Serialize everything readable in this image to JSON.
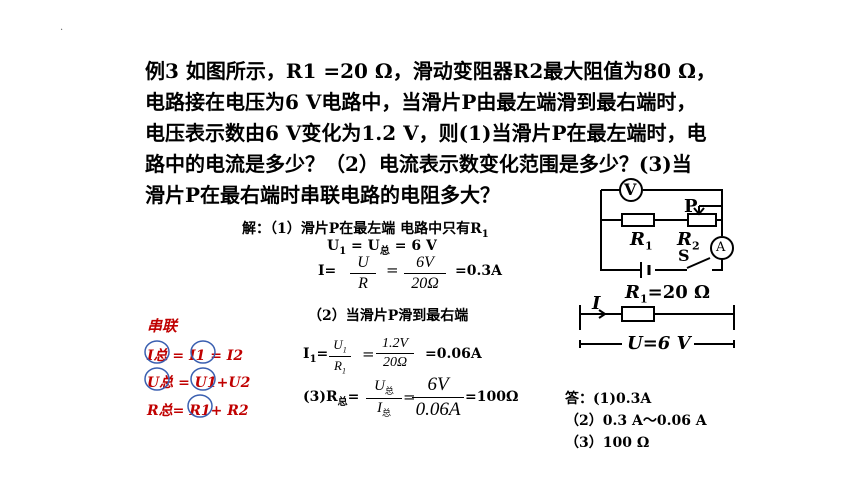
{
  "problem": {
    "line1": "例3  如图所示，R1 =20 Ω，滑动变阻器R2最大阻值为80 Ω，",
    "line2": "电路接在电压为6 V电路中，当滑片P由最左端滑到最右端时，",
    "line3": "电压表示数由6 V变化为1.2 V，则(1)当滑片P在最左端时，电",
    "line4": "路中的电流是多少？（2）电流表示数变化范围是多少？(3)当",
    "line5": "滑片P在最右端时串联电路的电阻多大？"
  },
  "solution": {
    "step1_heading": "解：（1）滑片P在最左端 电路中只有R",
    "step1_sub": "1",
    "u1_line": "U",
    "u1_rest": " = U",
    "u1_total": "总",
    "u1_value": " = 6 V",
    "i_label": "I=",
    "i_frac1_num": "U",
    "i_frac1_den": "R",
    "i_eq": "=",
    "i_frac2_num": "6V",
    "i_frac2_den": "20Ω",
    "i_result": "=0.3A",
    "step2_heading": "（2）当滑片P滑到最右端",
    "i1_label": "I",
    "i1_sub": "1",
    "i1_eq": "=",
    "i1_frac1_num": "U",
    "i1_frac1_den": "R",
    "i1_frac2_num": "1.2V",
    "i1_frac2_den": "20Ω",
    "i1_result": "=0.06A",
    "r_label": "(3)R",
    "r_sub": "总",
    "r_eq": "=",
    "r_frac1_num": "U",
    "r_frac1_num_sub": "总",
    "r_frac1_den": "I",
    "r_frac1_den_sub": "总",
    "r_frac2_num": "6V",
    "r_frac2_den": "0.06A",
    "r_result": "=100Ω"
  },
  "series_notes": {
    "title": "串联",
    "line1": "I总 = I1 = I2",
    "line2": "U总 = U1+U2",
    "line3": "R总= R1+ R2"
  },
  "answers": {
    "line1": "答：(1)0.3A",
    "line2": "（2）0.3 A～0.06 A",
    "line3": "（3）100 Ω"
  },
  "circuit1": {
    "voltmeter": "V",
    "ammeter": "A",
    "slider": "P",
    "r1": "R",
    "r1_sub": "1",
    "r2": "R",
    "r2_sub": "2",
    "switch": "S",
    "r1_value_label": "R",
    "r1_value_sub": "1",
    "r1_value": "=20 Ω"
  },
  "circuit2": {
    "current": "I",
    "voltage": "U=6 V"
  },
  "dot": "."
}
